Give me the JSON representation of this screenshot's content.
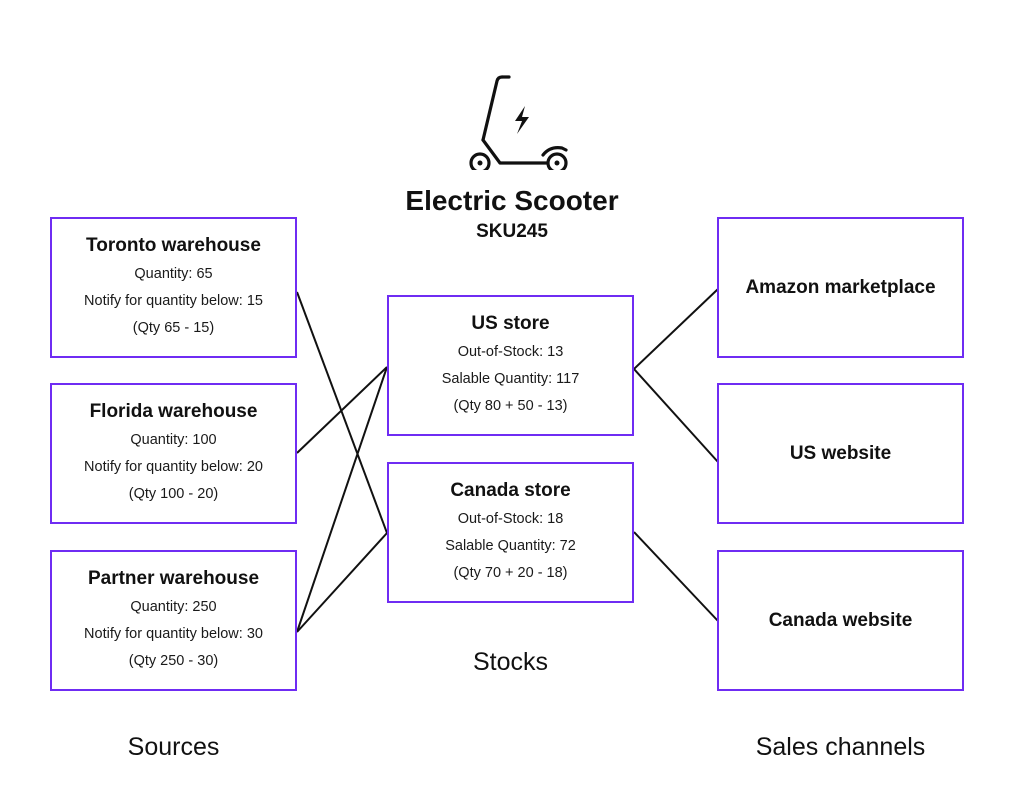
{
  "product": {
    "icon": "electric-scooter-icon",
    "title": "Electric Scooter",
    "sku": "SKU245"
  },
  "colors": {
    "box_border": "#6f2cf3",
    "connector": "#111111",
    "text": "#111111"
  },
  "columns": {
    "sources_label": "Sources",
    "stocks_label": "Stocks",
    "channels_label": "Sales channels"
  },
  "sources": [
    {
      "name": "Toronto warehouse",
      "quantity": "Quantity: 65",
      "notify": "Notify for quantity below: 15",
      "formula": "(Qty 65 - 15)"
    },
    {
      "name": "Florida warehouse",
      "quantity": "Quantity: 100",
      "notify": "Notify for quantity below: 20",
      "formula": "(Qty 100 - 20)"
    },
    {
      "name": "Partner warehouse",
      "quantity": "Quantity: 250",
      "notify": "Notify for quantity below: 30",
      "formula": "(Qty 250 - 30)"
    }
  ],
  "stocks": [
    {
      "name": "US store",
      "out_of_stock": "Out-of-Stock: 13",
      "salable": "Salable Quantity: 117",
      "formula": "(Qty 80 + 50 - 13)"
    },
    {
      "name": "Canada store",
      "out_of_stock": "Out-of-Stock: 18",
      "salable": "Salable Quantity: 72",
      "formula": "(Qty 70 + 20 - 18)"
    }
  ],
  "channels": [
    {
      "name": "Amazon marketplace"
    },
    {
      "name": "US website"
    },
    {
      "name": "Canada website"
    }
  ],
  "links": [
    {
      "from": "Toronto warehouse",
      "to": "Canada store"
    },
    {
      "from": "Florida warehouse",
      "to": "US store"
    },
    {
      "from": "Partner warehouse",
      "to": "US store"
    },
    {
      "from": "Partner warehouse",
      "to": "Canada store"
    },
    {
      "from": "US store",
      "to": "Amazon marketplace"
    },
    {
      "from": "US store",
      "to": "US website"
    },
    {
      "from": "Canada store",
      "to": "Canada website"
    }
  ]
}
